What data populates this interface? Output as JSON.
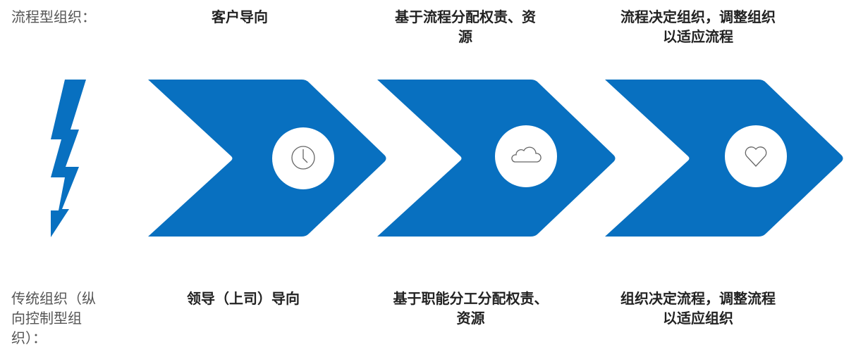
{
  "labels": {
    "process_org": "流程型组织：",
    "traditional_org": "传统组织（纵向控制型组织）："
  },
  "top": [
    "客户导向",
    "基于流程分配权责、资源",
    "流程决定组织，调整组织以适应流程"
  ],
  "bottom": [
    "领导（上司）导向",
    "基于职能分工分配权责、资源",
    "组织决定流程，调整流程以适应组织"
  ],
  "icons": [
    "clock-icon",
    "cloud-icon",
    "heart-icon",
    "lightning-icon"
  ],
  "colors": {
    "accent": "#0870C0"
  }
}
